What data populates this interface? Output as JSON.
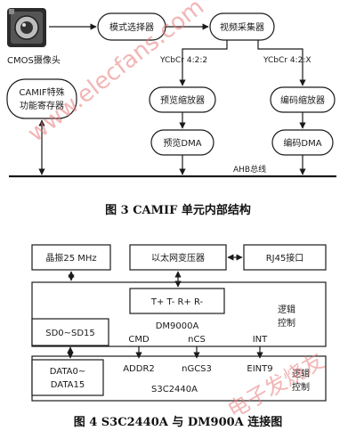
{
  "fig3": {
    "camera_label": "CMOS摄像头",
    "mode_selector": "模式选择器",
    "video_capture": "视频采集器",
    "fmt_preview": "YCbCr 4:2:2",
    "fmt_codec": "YCbCr 4:2:X",
    "reg_line1": "CAMIF特殊",
    "reg_line2": "功能寄存器",
    "preview_scaler": "预览缩放器",
    "codec_scaler": "编码缩放器",
    "preview_dma": "预览DMA",
    "codec_dma": "编码DMA",
    "ahb_bus": "AHB总线",
    "caption": "图 3   CAMIF 单元内部结构"
  },
  "fig4": {
    "crystal": "晶振25 MHz",
    "transformer": "以太网变压器",
    "rj45": "RJ45接口",
    "pins_dm": "T+ T- R+ R-",
    "dm9000a": "DM9000A",
    "logic1_line1": "逻辑",
    "logic1_line2": "控制",
    "sd_bus": "SD0~SD15",
    "sig_cmd": "CMD",
    "sig_ncs": "nCS",
    "sig_int": "INT",
    "data_line1": "DATA0~",
    "data_line2": "DATA15",
    "addr2": "ADDR2",
    "ngcs3": "nGCS3",
    "eint9": "EINT9",
    "s3c2440a": "S3C2440A",
    "logic2_line1": "逻辑",
    "logic2_line2": "控制",
    "caption": "图 4   S3C2440A 与 DM900A 连接图"
  },
  "watermark": {
    "url": "www.elecfans.com",
    "brand": "电子发烧友"
  }
}
